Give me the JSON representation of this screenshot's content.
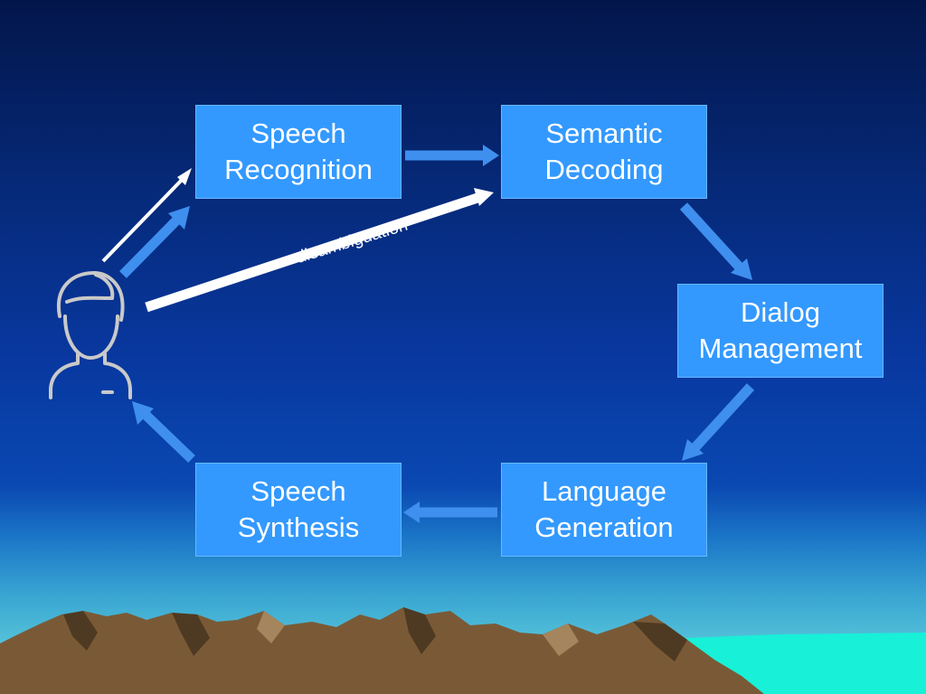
{
  "diagram": {
    "nodes": [
      {
        "id": "speech-recognition",
        "lines": [
          "Speech",
          "Recognition"
        ]
      },
      {
        "id": "semantic-decoding",
        "lines": [
          "Semantic",
          "Decoding"
        ]
      },
      {
        "id": "dialog-management",
        "lines": [
          "Dialog",
          "Management"
        ]
      },
      {
        "id": "language-generation",
        "lines": [
          "Language",
          "Generation"
        ]
      },
      {
        "id": "speech-synthesis",
        "lines": [
          "Speech",
          "Synthesis"
        ]
      }
    ],
    "edges": [
      {
        "from": "user",
        "to": "speech-recognition"
      },
      {
        "from": "speech-recognition",
        "to": "semantic-decoding"
      },
      {
        "from": "user",
        "to": "semantic-decoding",
        "label": "disambiguation"
      },
      {
        "from": "semantic-decoding",
        "to": "dialog-management"
      },
      {
        "from": "dialog-management",
        "to": "language-generation"
      },
      {
        "from": "language-generation",
        "to": "speech-synthesis"
      },
      {
        "from": "speech-synthesis",
        "to": "user"
      }
    ],
    "icons": {
      "user": "person-icon",
      "landscape": "mountain-range"
    },
    "colors": {
      "box_fill": "#3399ff",
      "arrow_blue": "#3f8fef",
      "arrow_white": "#ffffff",
      "mountain": "#7a5a36",
      "sea": "#18f0d8"
    }
  }
}
